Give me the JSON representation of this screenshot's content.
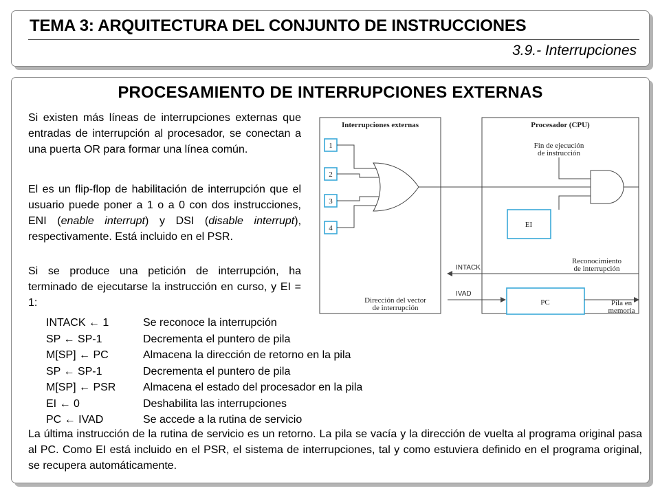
{
  "header": {
    "title": "TEMA 3: ARQUITECTURA DEL CONJUNTO DE INSTRUCCIONES",
    "subtitle": "3.9.- Interrupciones"
  },
  "main": {
    "title": "PROCESAMIENTO DE INTERRUPCIONES EXTERNAS",
    "para1": "Si existen más líneas de interrupciones externas que entradas de interrupción al procesador, se conectan a una puerta OR para formar una línea común.",
    "para2": {
      "a": "El es un flip-flop de habilitación de interrupción que el usuario puede poner a 1 o a 0 con dos instrucciones, ENI (",
      "b": "enable interrupt",
      "c": ") y DSI (",
      "d": "disable interrupt",
      "e": "), respectivamente. Está incluido en el PSR."
    },
    "para3": "Si se produce una petición de interrupción, ha terminado de ejecutarse la instrucción en curso, y EI = 1:",
    "steps": [
      {
        "op": "INTACK ← 1",
        "desc": "Se reconoce la interrupción"
      },
      {
        "op": "SP ← SP-1",
        "desc": "Decrementa el puntero de pila"
      },
      {
        "op": "M[SP] ← PC",
        "desc": "Almacena la dirección de retorno en la pila"
      },
      {
        "op": "SP ← SP-1",
        "desc": "Decrementa el puntero de pila"
      },
      {
        "op": "M[SP] ← PSR",
        "desc": "Almacena el estado del procesador en la pila"
      },
      {
        "op": "EI ← 0",
        "desc": "Deshabilita las interrupciones"
      },
      {
        "op": "PC ← IVAD",
        "desc": "Se accede a la rutina de servicio"
      }
    ],
    "para4": "La última instrucción de la rutina de servicio es un retorno. La pila se vacía y la dirección de vuelta al programa original pasa al PC. Como EI está incluido en el PSR, el sistema de interrupciones, tal y como estuviera definido en el programa original, se recupera automáticamente."
  },
  "diagram": {
    "left_box_label": "Interrupciones externas",
    "right_box_label": "Procesador (CPU)",
    "inputs": [
      "1",
      "2",
      "3",
      "4"
    ],
    "end_of_instruction_line1": "Fin de ejecución",
    "end_of_instruction_line2": "de instrucción",
    "ei_label": "EI",
    "ack_line1": "Reconocimiento",
    "ack_line2": "de interrupción",
    "intack_label": "INTACK",
    "ivad_label": "IVAD",
    "pc_label": "PC",
    "vector_line1": "Dirección del vector",
    "vector_line2": "de interrupción",
    "stack_line1": "Pila en",
    "stack_line2": "memoria",
    "colors": {
      "cyan": "#3aa8d8",
      "line": "#444444"
    }
  }
}
